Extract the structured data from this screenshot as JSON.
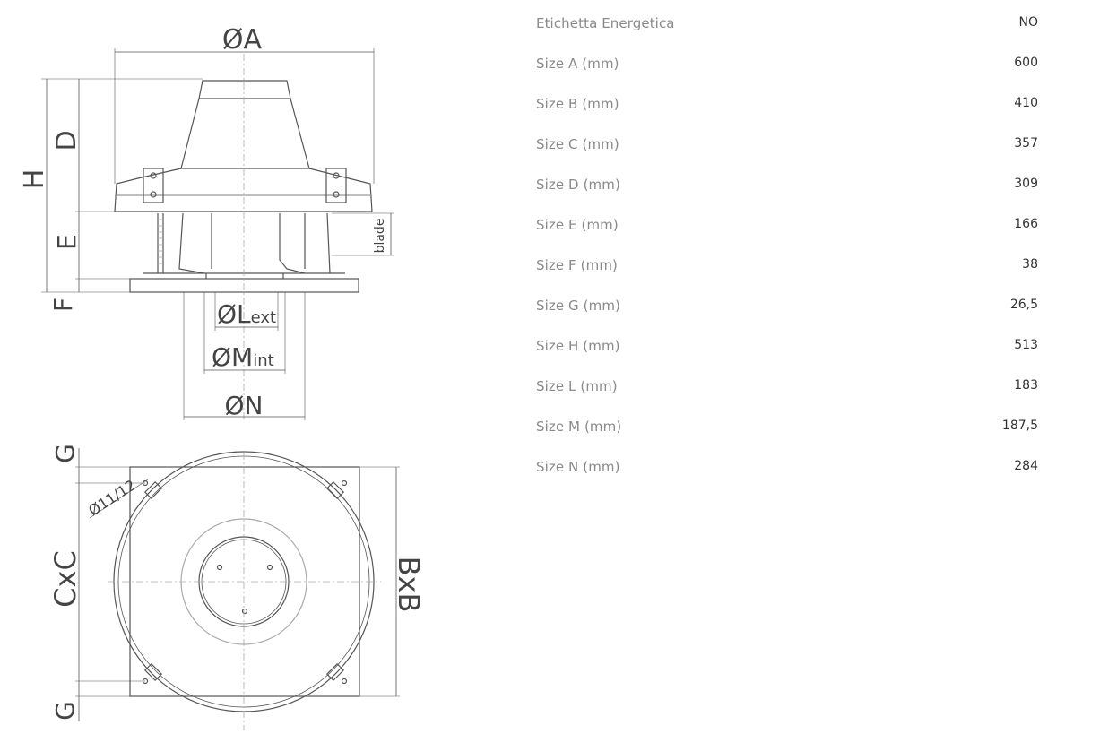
{
  "drawing": {
    "labels": {
      "a": "ØA",
      "h": "H",
      "d": "D",
      "e": "E",
      "f": "F",
      "blade": "blade",
      "l": "ØL",
      "l_sub": "ext",
      "m": "ØM",
      "m_sub": "int",
      "n": "ØN",
      "g_top": "G",
      "g_bottom": "G",
      "hole": "Ø11/12",
      "cxc": "CxC",
      "bxb": "BxB"
    }
  },
  "specs": {
    "rows": [
      {
        "label": "Etichetta Energetica",
        "value": "NO"
      },
      {
        "label": "Size A (mm)",
        "value": "600"
      },
      {
        "label": "Size B (mm)",
        "value": "410"
      },
      {
        "label": "Size C (mm)",
        "value": "357"
      },
      {
        "label": "Size D (mm)",
        "value": "309"
      },
      {
        "label": "Size E (mm)",
        "value": "166"
      },
      {
        "label": "Size F (mm)",
        "value": "38"
      },
      {
        "label": "Size G (mm)",
        "value": "26,5"
      },
      {
        "label": "Size H (mm)",
        "value": "513"
      },
      {
        "label": "Size L (mm)",
        "value": "183"
      },
      {
        "label": "Size M (mm)",
        "value": "187,5"
      },
      {
        "label": "Size N (mm)",
        "value": "284"
      }
    ]
  }
}
